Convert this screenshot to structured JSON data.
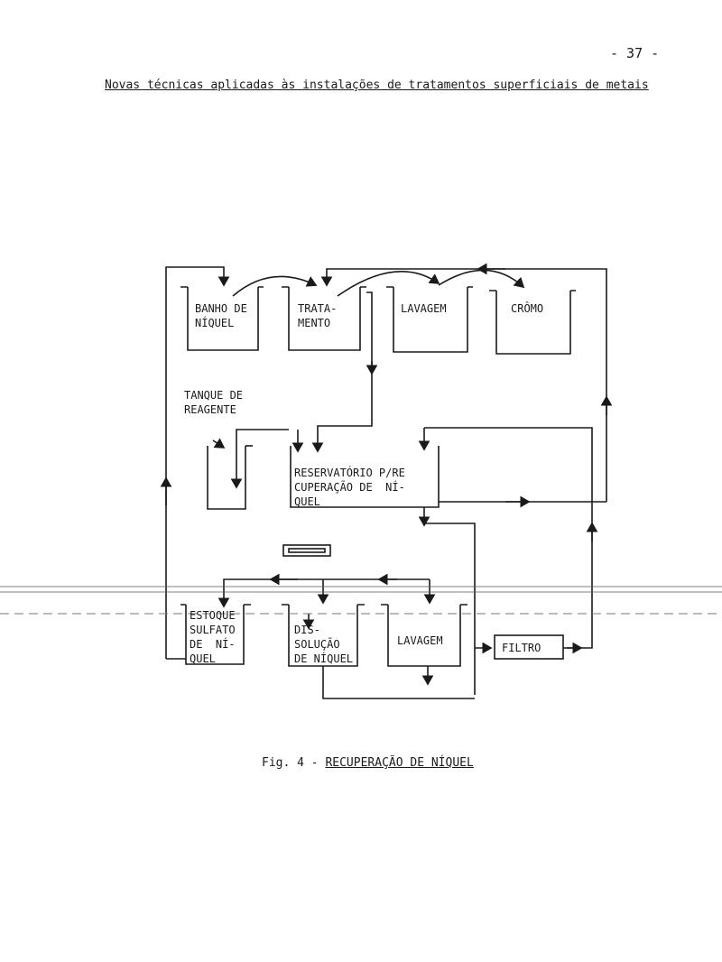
{
  "page": {
    "number": "- 37 -",
    "heading": "Novas técnicas aplicadas às instalações de tratamentos superficiais de metais"
  },
  "diagram": {
    "tanks_top": [
      {
        "label": "BANHO DE\nNÍQUEL"
      },
      {
        "label": "TRATA-\nMENTO"
      },
      {
        "label": "LAVAGEM"
      },
      {
        "label": "CRÔMO"
      }
    ],
    "reagent_tank": "TANQUE DE\nREAGENTE",
    "reservoir": "RESERVATÓRIO P/RE\nCUPERAÇÃO DE  NÍ-\nQUEL",
    "tanks_bottom": [
      {
        "label": "ESTOQUE\nSULFATO\nDE  NÍ-\nQUEL"
      },
      {
        "label": "DIS-\nSOLUÇÃO\nDE NÍQUEL"
      },
      {
        "label": "LAVAGEM"
      }
    ],
    "filter": "FILTRO"
  },
  "caption": {
    "prefix": "Fig. 4 - ",
    "title": "RECUPERAÇÃO DE NÍQUEL"
  }
}
